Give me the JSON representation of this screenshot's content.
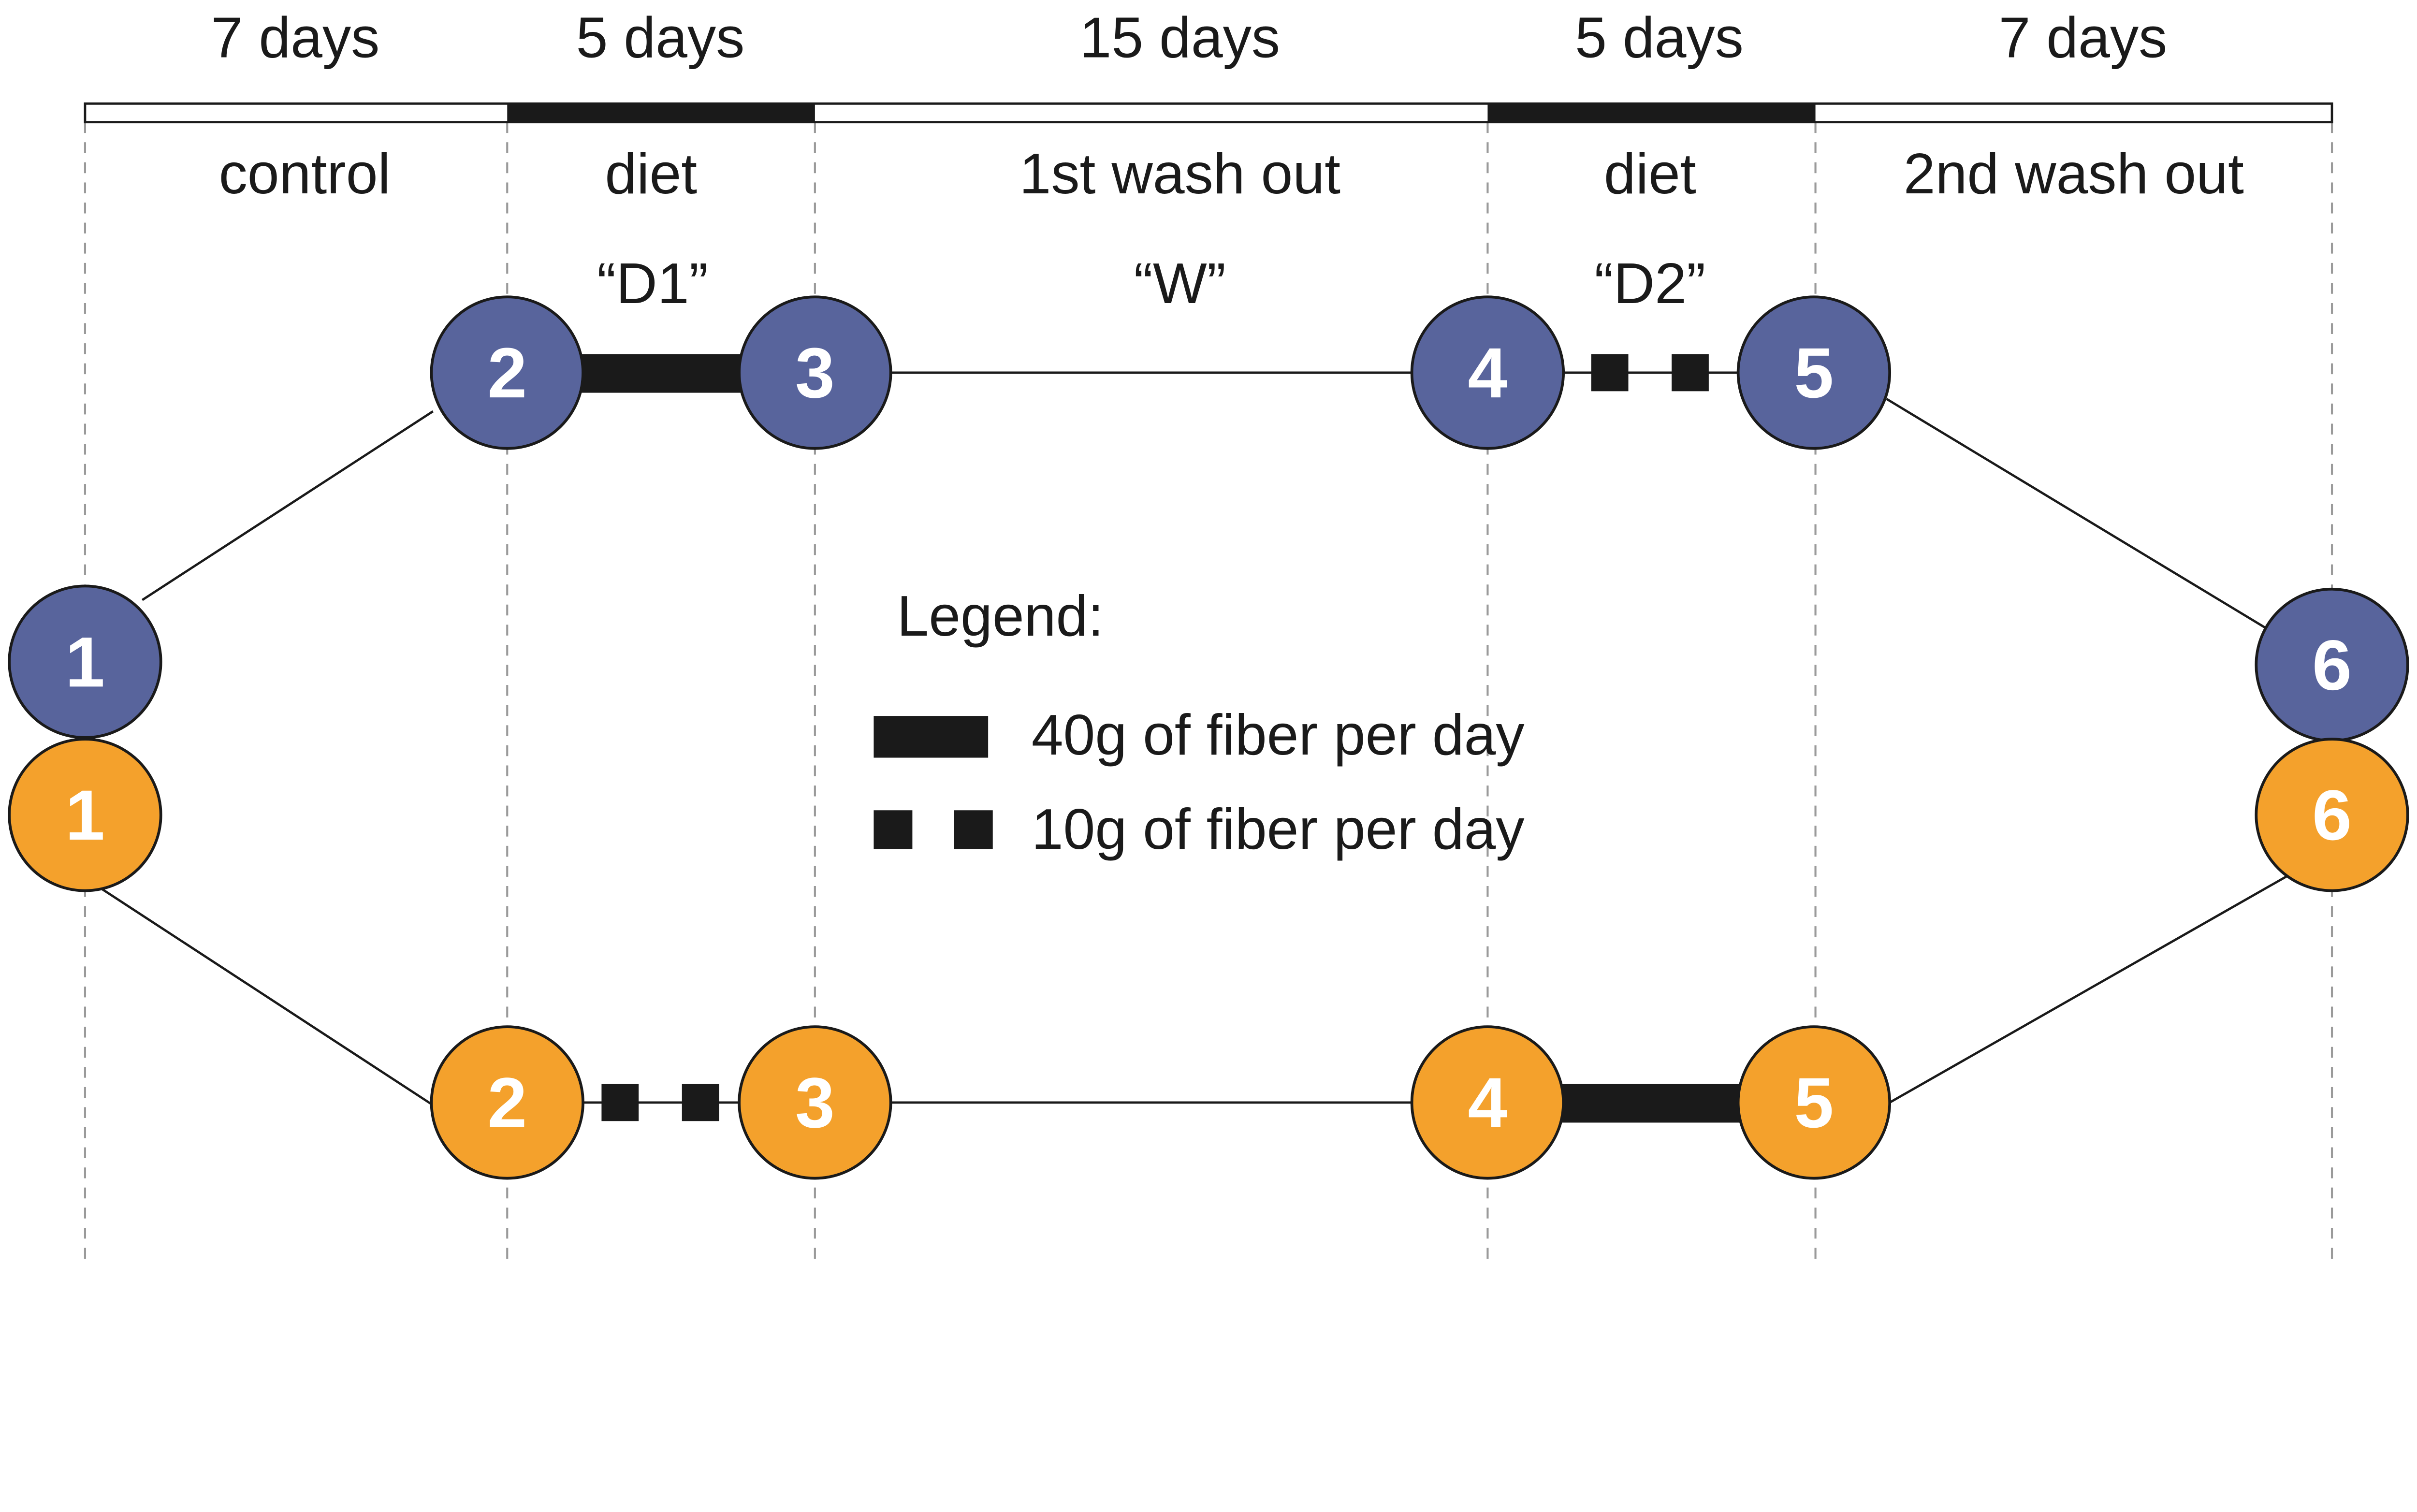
{
  "timeline": {
    "durations": [
      "7 days",
      "5 days",
      "15 days",
      "5 days",
      "7 days"
    ],
    "phases": [
      "control",
      "diet",
      "1st wash out",
      "diet",
      "2nd wash out"
    ],
    "phase_codes": [
      "“D1”",
      "“W”",
      "“D2”"
    ]
  },
  "groups": {
    "blue": {
      "color": "#58649c",
      "nodes": [
        "1",
        "2",
        "3",
        "4",
        "5",
        "6"
      ]
    },
    "orange": {
      "color": "#f4a12c",
      "nodes": [
        "1",
        "2",
        "3",
        "4",
        "5",
        "6"
      ]
    }
  },
  "legend": {
    "title": "Legend:",
    "items": [
      {
        "label": "40g of fiber per day",
        "style": "solid-thick-bar"
      },
      {
        "label": "10g of fiber per day",
        "style": "square-dashes"
      }
    ]
  }
}
